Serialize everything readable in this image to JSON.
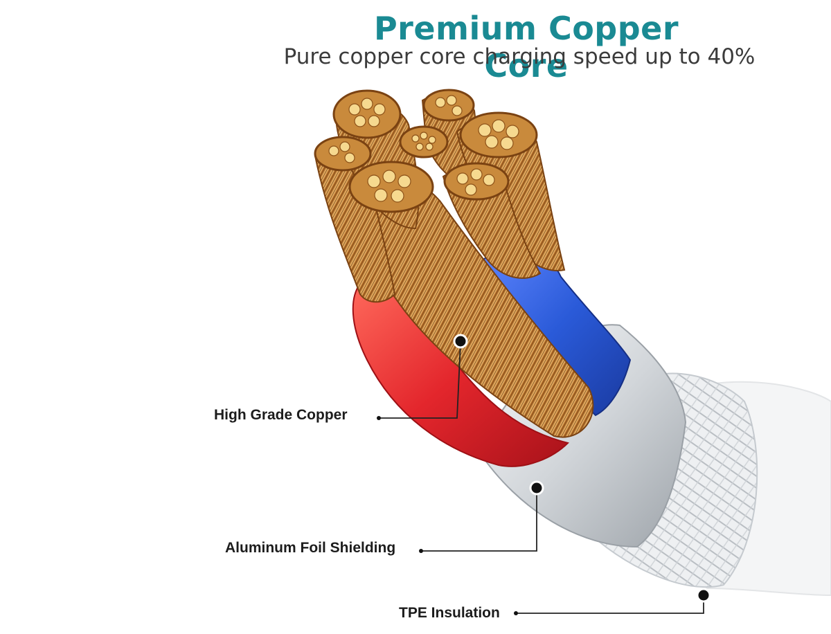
{
  "header": {
    "title": "Premium Copper Core",
    "subtitle": "Pure copper core charging speed up to 40%"
  },
  "callouts": {
    "copper": "High Grade Copper",
    "foil": "Aluminum Foil Shielding",
    "tpe": "TPE Insulation"
  },
  "colors": {
    "title": "#1a8a93",
    "copper": "#d69a4a",
    "red_sheath": "#e3262c",
    "blue_sheath": "#2a5ad8",
    "foil": "#d9dcdf",
    "braid": "#eceff1"
  }
}
